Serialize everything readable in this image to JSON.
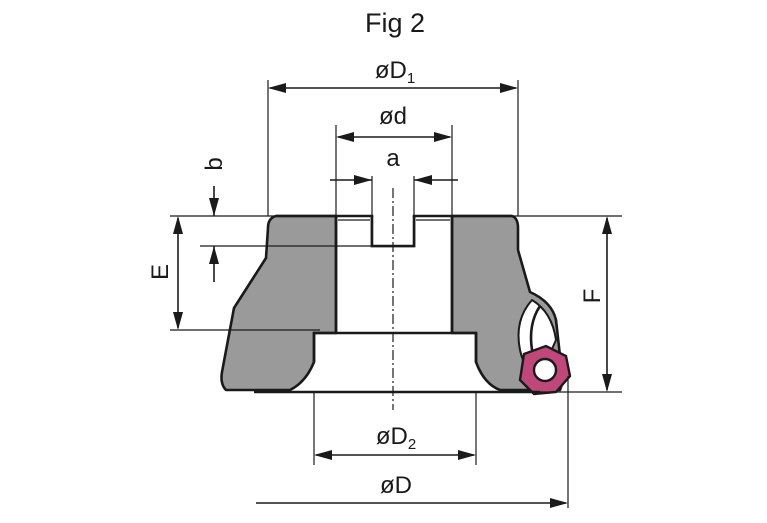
{
  "figure": {
    "title": "Fig 2"
  },
  "dimensions": {
    "D1": {
      "prefix": "øD",
      "sub": "1"
    },
    "d": "ød",
    "a": "a",
    "b": "b",
    "E": "E",
    "F": "F",
    "D2": {
      "prefix": "øD",
      "sub": "2"
    },
    "D": "øD"
  },
  "colors": {
    "body_fill": "#9a9a9a",
    "insert": "#c0477a",
    "line": "#1a1a1a"
  }
}
